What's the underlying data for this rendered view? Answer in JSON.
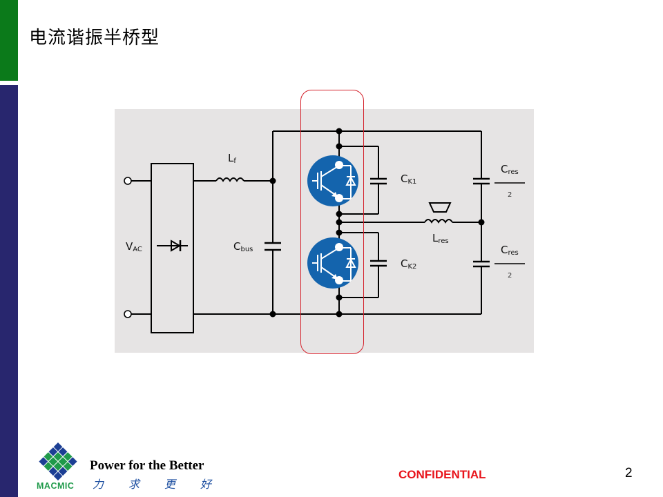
{
  "slide": {
    "title": "电流谐振半桥型",
    "page_number": "2",
    "confidential": "CONFIDENTIAL"
  },
  "diagram": {
    "labels": {
      "vac_main": "V",
      "vac_sub": "AC",
      "lf_main": "L",
      "lf_sub": "f",
      "cbus_main": "C",
      "cbus_sub": "bus",
      "ck1_main": "C",
      "ck1_sub": "K1",
      "ck2_main": "C",
      "ck2_sub": "K2",
      "lres_main": "L",
      "lres_sub": "res",
      "cres_top_main": "C",
      "cres_top_sub": "res",
      "cres_top_den": "2",
      "cres_bot_main": "C",
      "cres_bot_sub": "res",
      "cres_bot_den": "2"
    },
    "colors": {
      "igbt_fill": "#1464ad",
      "highlight_border": "#d4202a",
      "background": "#e6e4e4"
    }
  },
  "footer": {
    "logo_text": "MACMIC",
    "slogan_en": "Power for the Better",
    "slogan_cn": [
      "力",
      "求",
      "更",
      "好"
    ]
  }
}
